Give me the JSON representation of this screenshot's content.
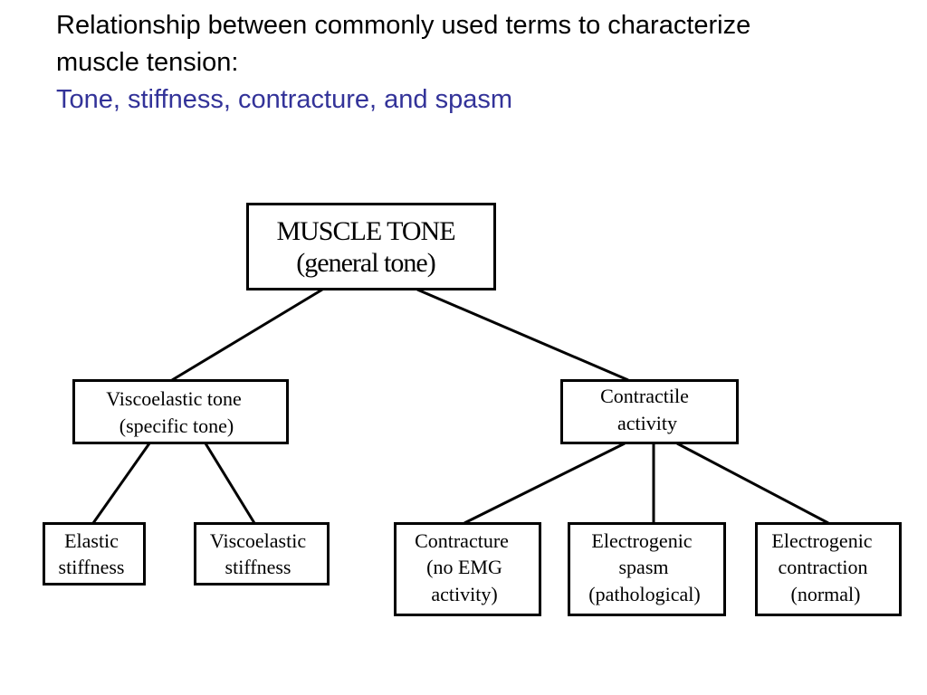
{
  "heading": {
    "line1": "Relationship between commonly used terms to characterize",
    "line2": "muscle tension:",
    "subtitle": "Tone, stiffness, contracture, and spasm"
  },
  "nodes": {
    "root": {
      "line1": "MUSCLE TONE",
      "line2": "(general tone)"
    },
    "viscoelastic_tone": {
      "line1": "Viscoelastic tone",
      "line2": "(specific tone)"
    },
    "contractile_activity": {
      "line1": "Contractile",
      "line2": "activity"
    },
    "elastic_stiffness": {
      "line1": "Elastic",
      "line2": "stiffness"
    },
    "viscoelastic_stiffness": {
      "line1": "Viscoelastic",
      "line2": "stiffness"
    },
    "contracture": {
      "line1": "Contracture",
      "line2": "(no EMG",
      "line3": "activity)"
    },
    "electrogenic_spasm": {
      "line1": "Electrogenic",
      "line2": "spasm",
      "line3": "(pathological)"
    },
    "electrogenic_contraction": {
      "line1": "Electrogenic",
      "line2": "contraction",
      "line3": "(normal)"
    }
  }
}
